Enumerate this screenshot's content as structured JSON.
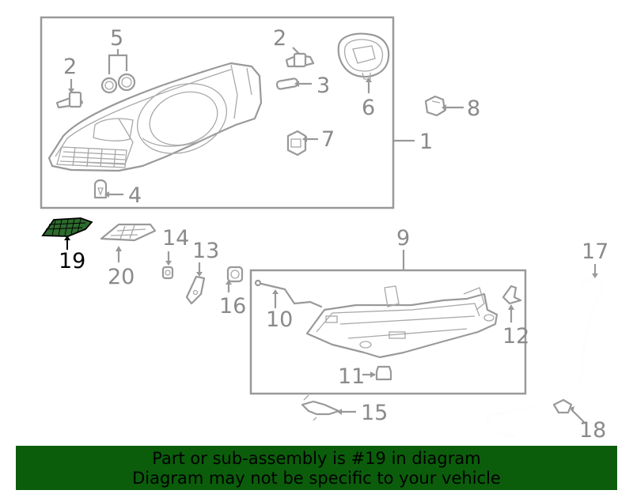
{
  "diagram": {
    "callouts": {
      "c1": "1",
      "c2a": "2",
      "c2b": "2",
      "c3": "3",
      "c4": "4",
      "c5": "5",
      "c6": "6",
      "c7": "7",
      "c8": "8",
      "c9": "9",
      "c10": "10",
      "c11": "11",
      "c12": "12",
      "c13": "13",
      "c14": "14",
      "c15": "15",
      "c16": "16",
      "c17": "17",
      "c18": "18",
      "c19": "19",
      "c20": "20"
    },
    "highlighted_part": "19",
    "colors": {
      "highlight_fill": "#2e6b2e",
      "banner_bg": "#0b5d0b",
      "line_gray": "#999999"
    }
  },
  "banner": {
    "line1": "Part or sub-assembly is #19 in diagram",
    "line2": "Diagram may not be specific to your vehicle"
  }
}
